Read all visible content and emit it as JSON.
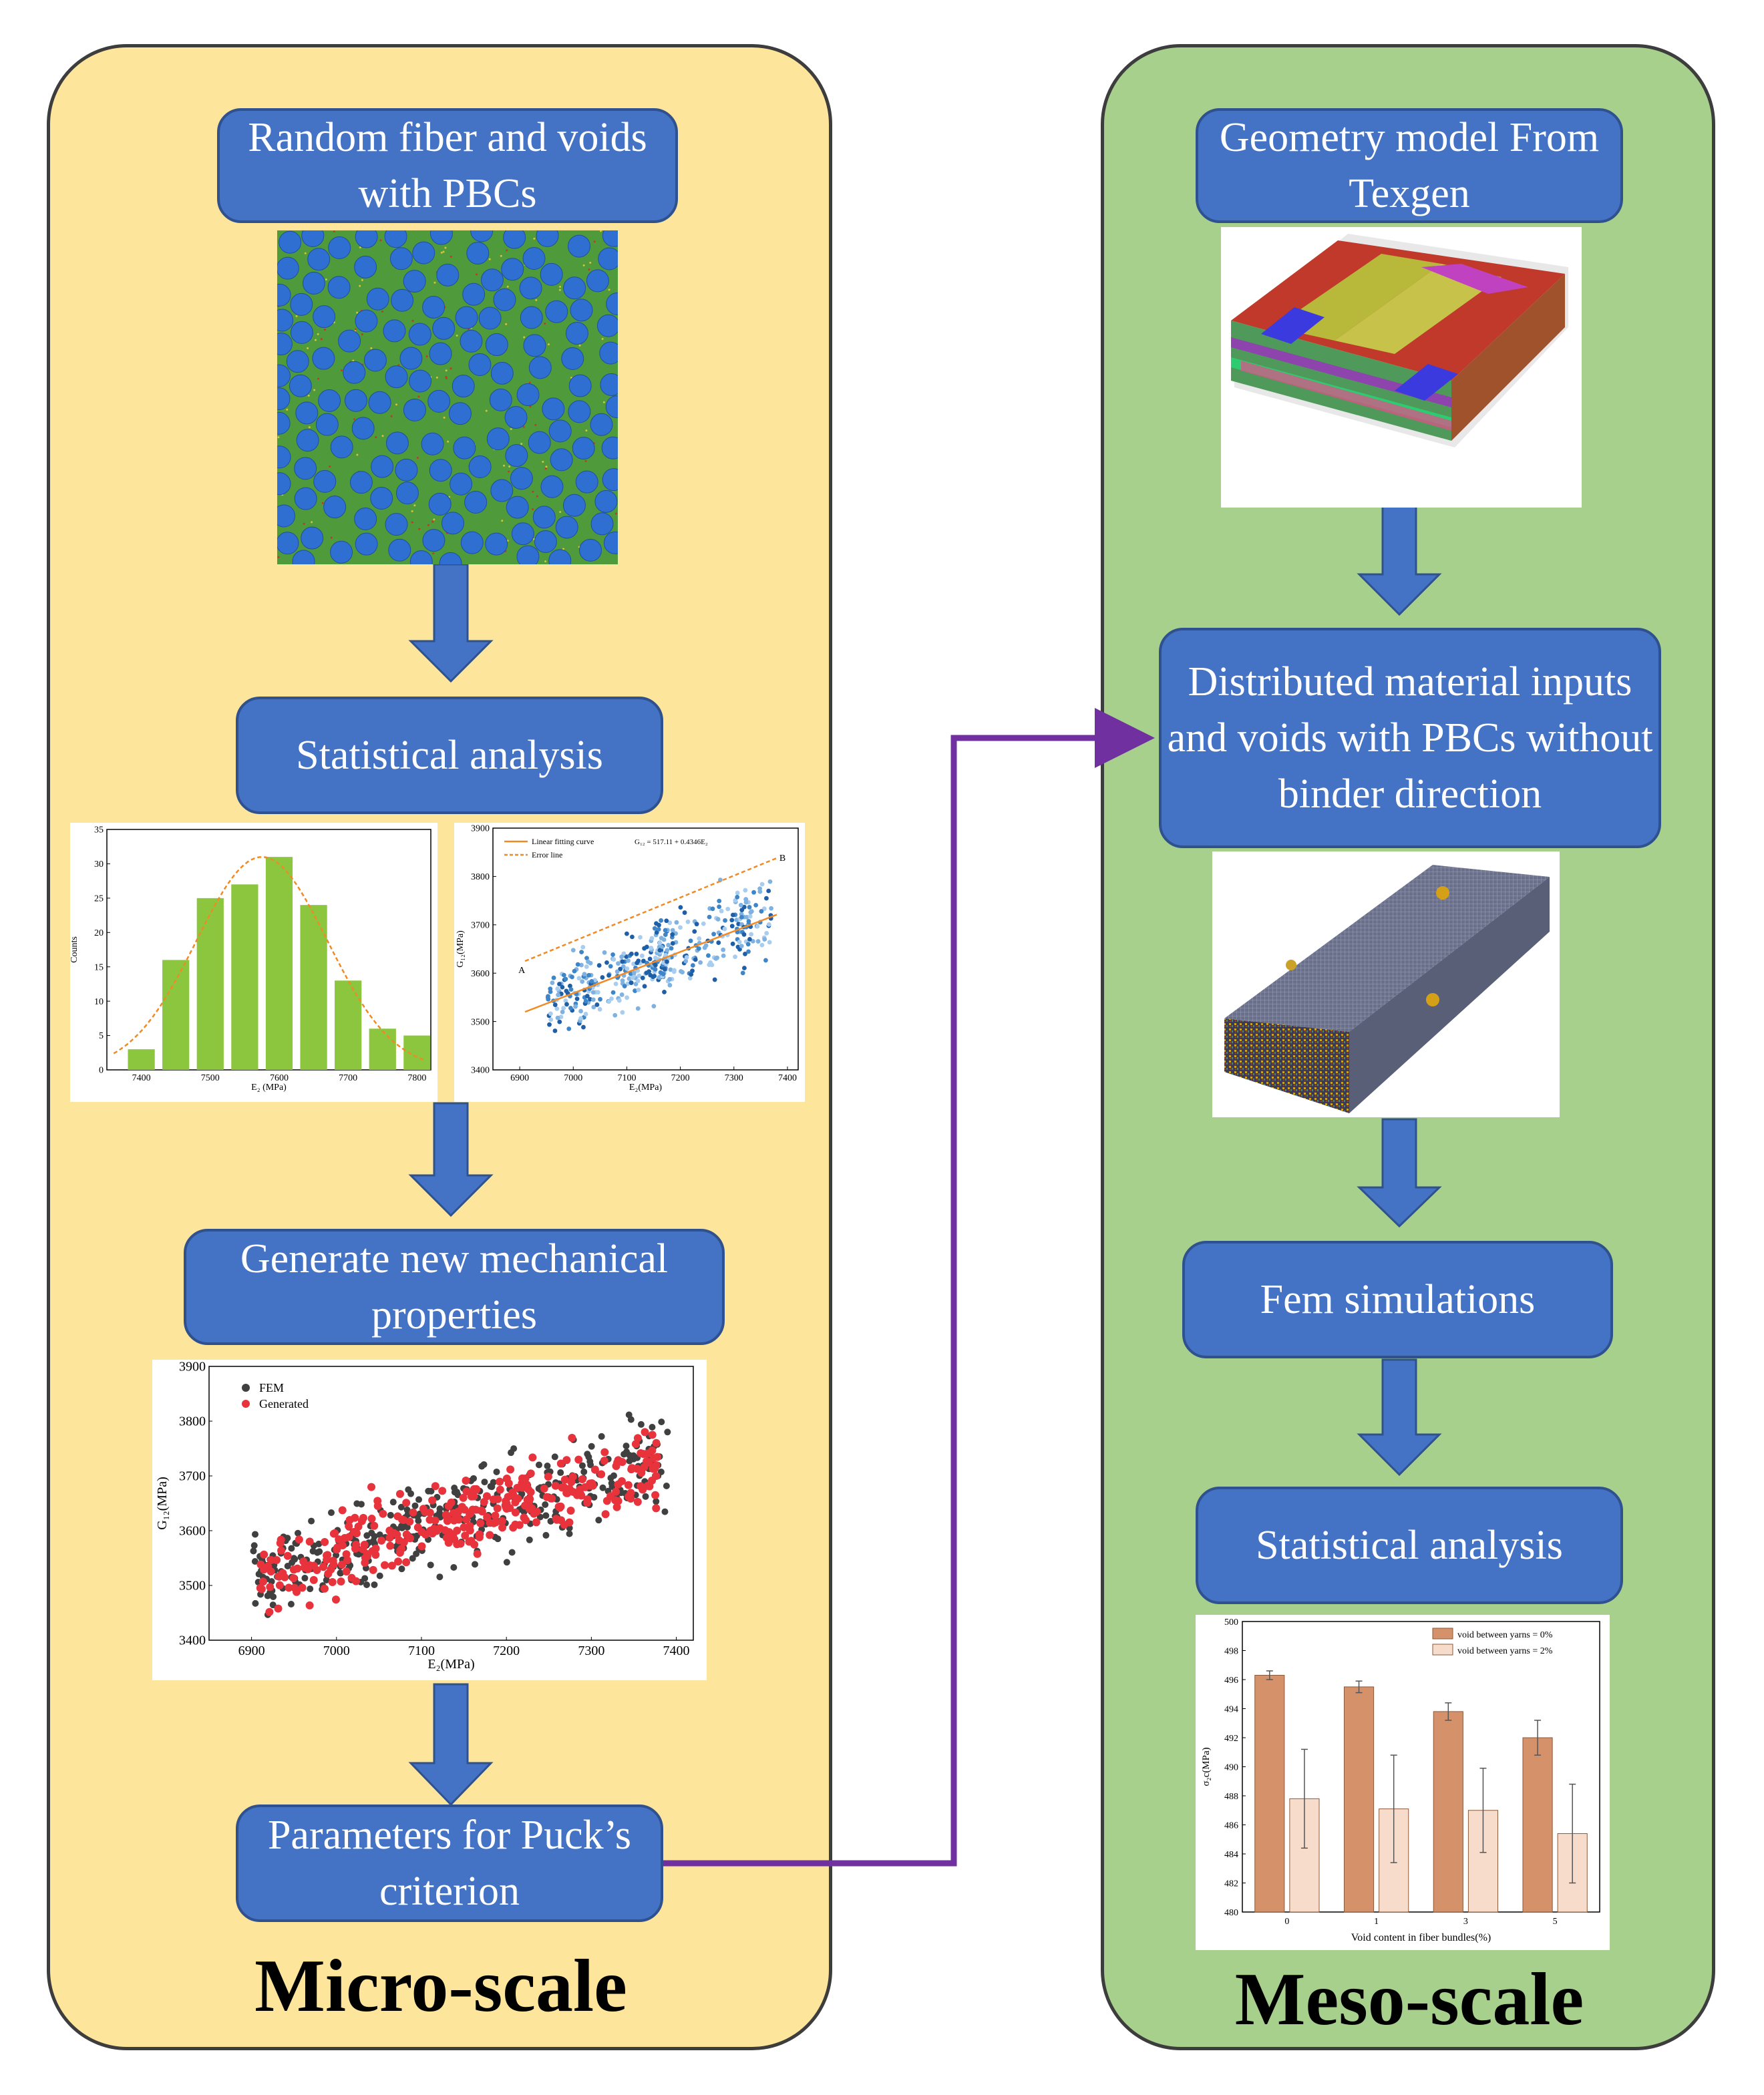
{
  "micro": {
    "label": "Micro-scale",
    "steps": {
      "s1": "Random fiber and voids with PBCs",
      "s2": "Statistical analysis",
      "s3": "Generate new mechanical properties",
      "s4": "Parameters for Puck’s criterion"
    }
  },
  "meso": {
    "label": "Meso-scale",
    "steps": {
      "s1": "Geometry model From Texgen",
      "s2": "Distributed material inputs and voids with PBCs without binder direction",
      "s3": "Fem simulations",
      "s4": "Statistical analysis"
    }
  },
  "colors": {
    "micro_bg": "#fde59b",
    "meso_bg": "#a8d08d",
    "box_fill": "#4472c4",
    "arrow": "#4472c4",
    "connector": "#7030a0",
    "histogram_bar": "#8cc63f"
  },
  "chart_data": [
    {
      "type": "bar",
      "categories": [
        "7400",
        "7450",
        "7500",
        "7550",
        "7600",
        "7650",
        "7700",
        "7750",
        "7800"
      ],
      "values": [
        3,
        16,
        25,
        27,
        31,
        24,
        13,
        6,
        5
      ],
      "xlabel": "E₂ (MPa)",
      "ylabel": "Counts",
      "ylim": [
        0,
        35
      ],
      "yticks": [
        "0",
        "5",
        "10",
        "15",
        "20",
        "25",
        "30",
        "35"
      ],
      "xticks": [
        "7400",
        "7500",
        "7600",
        "7700",
        "7800"
      ],
      "overlay": "normal-fit-dashed"
    },
    {
      "type": "scatter",
      "xlabel": "E₂(MPa)",
      "ylabel": "G₁₂(MPa)",
      "xlim": [
        6850,
        7420
      ],
      "ylim": [
        3400,
        3900
      ],
      "xticks": [
        "6900",
        "7000",
        "7100",
        "7200",
        "7300",
        "7400"
      ],
      "yticks": [
        "3400",
        "3500",
        "3600",
        "3700",
        "3800",
        "3900"
      ],
      "legend": [
        "Linear fitting curve",
        "Error line"
      ],
      "equation": "G₁₂ = 517.11 + 0.4346E₂",
      "annotations": [
        "A",
        "B"
      ],
      "fit_line": [
        [
          6910,
          3520
        ],
        [
          7380,
          3721
        ]
      ],
      "error_line": [
        [
          6910,
          3625
        ],
        [
          7380,
          3838
        ]
      ]
    },
    {
      "type": "scatter",
      "xlabel": "E₂(MPa)",
      "ylabel": "G₁₂(MPa)",
      "xlim": [
        6850,
        7420
      ],
      "ylim": [
        3400,
        3900
      ],
      "xticks": [
        "6900",
        "7000",
        "7100",
        "7200",
        "7300",
        "7400"
      ],
      "yticks": [
        "3400",
        "3500",
        "3600",
        "3700",
        "3800",
        "3900"
      ],
      "series": [
        {
          "name": "FEM"
        },
        {
          "name": "Generated"
        }
      ]
    },
    {
      "type": "bar",
      "categories": [
        "0",
        "1",
        "3",
        "5"
      ],
      "xlabel": "Void content in fiber bundles(%)",
      "ylabel": "σ₂c(MPa)",
      "ylim": [
        480,
        500
      ],
      "yticks": [
        "480",
        "482",
        "484",
        "486",
        "488",
        "490",
        "492",
        "494",
        "496",
        "498",
        "500"
      ],
      "series": [
        {
          "name": "void between yarns = 0%",
          "values": [
            496.3,
            495.5,
            493.8,
            492.0
          ],
          "errors": [
            0.3,
            0.4,
            0.6,
            1.2
          ]
        },
        {
          "name": "void between yarns = 2%",
          "values": [
            487.8,
            487.1,
            487.0,
            485.4
          ],
          "errors": [
            3.4,
            3.7,
            2.9,
            3.4
          ]
        }
      ]
    }
  ]
}
